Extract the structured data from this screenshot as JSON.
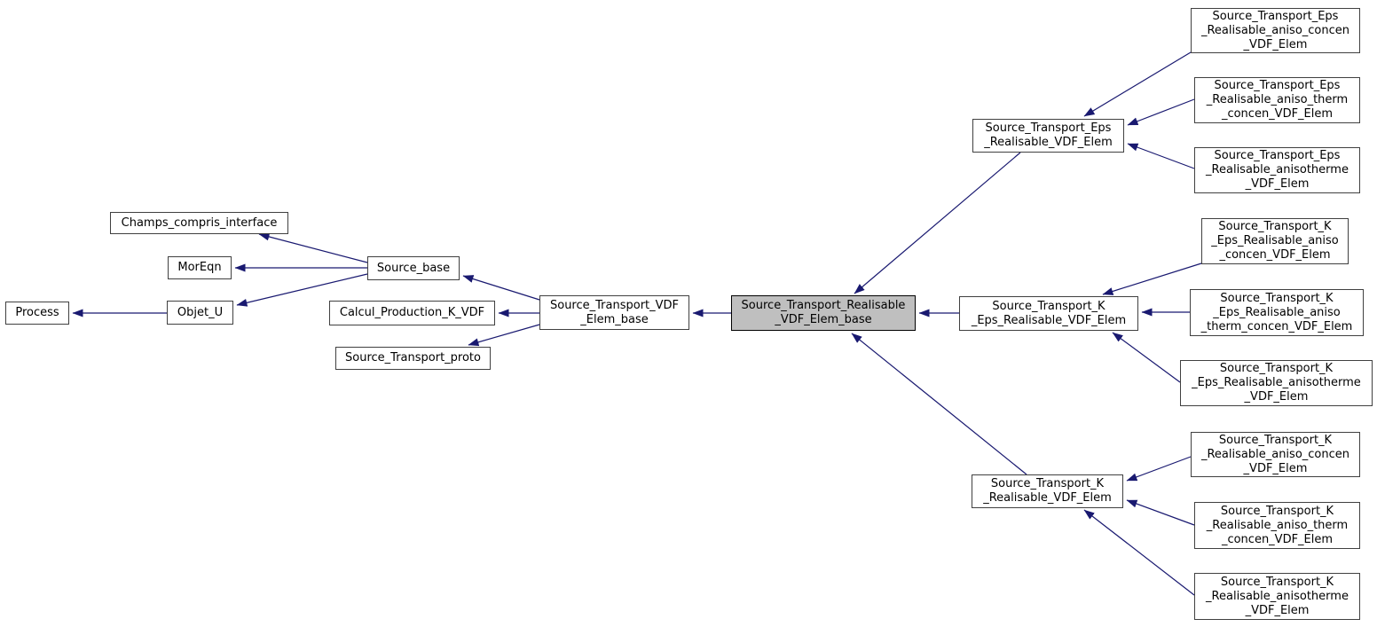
{
  "diagram_type": "class-inheritance-graph",
  "colors": {
    "background": "#ffffff",
    "edge": "#191970",
    "node_fill": "#ffffff",
    "node_border": "#404040",
    "highlight_fill": "#bfbfbf",
    "highlight_border": "#000000"
  },
  "nodes": {
    "process": {
      "label": "Process"
    },
    "objet_u": {
      "label": "Objet_U"
    },
    "moreqn": {
      "label": "MorEqn"
    },
    "champs_compris_interface": {
      "label": "Champs_compris_interface"
    },
    "source_base": {
      "label": "Source_base"
    },
    "calcul_production_k_vdf": {
      "label": "Calcul_Production_K_VDF"
    },
    "source_transport_proto": {
      "label": "Source_Transport_proto"
    },
    "vdf_elem_base": {
      "label": "Source_Transport_VDF\n_Elem_base"
    },
    "realisable_vdf_elem_base": {
      "label": "Source_Transport_Realisable\n_VDF_Elem_base",
      "highlighted": true
    },
    "eps_realisable": {
      "label": "Source_Transport_Eps\n_Realisable_VDF_Elem"
    },
    "k_eps_realisable": {
      "label": "Source_Transport_K\n_Eps_Realisable_VDF_Elem"
    },
    "k_realisable": {
      "label": "Source_Transport_K\n_Realisable_VDF_Elem"
    },
    "eps_aniso_concen": {
      "label": "Source_Transport_Eps\n_Realisable_aniso_concen\n_VDF_Elem"
    },
    "eps_aniso_therm_concen": {
      "label": "Source_Transport_Eps\n_Realisable_aniso_therm\n_concen_VDF_Elem"
    },
    "eps_anisotherme": {
      "label": "Source_Transport_Eps\n_Realisable_anisotherme\n_VDF_Elem"
    },
    "k_eps_aniso_concen": {
      "label": "Source_Transport_K\n_Eps_Realisable_aniso\n_concen_VDF_Elem"
    },
    "k_eps_aniso_therm_concen": {
      "label": "Source_Transport_K\n_Eps_Realisable_aniso\n_therm_concen_VDF_Elem"
    },
    "k_eps_anisotherme": {
      "label": "Source_Transport_K\n_Eps_Realisable_anisotherme\n_VDF_Elem"
    },
    "k_aniso_concen": {
      "label": "Source_Transport_K\n_Realisable_aniso_concen\n_VDF_Elem"
    },
    "k_aniso_therm_concen": {
      "label": "Source_Transport_K\n_Realisable_aniso_therm\n_concen_VDF_Elem"
    },
    "k_anisotherme": {
      "label": "Source_Transport_K\n_Realisable_anisotherme\n_VDF_Elem"
    }
  },
  "edges": [
    {
      "from": "objet_u",
      "to": "process"
    },
    {
      "from": "source_base",
      "to": "champs_compris_interface"
    },
    {
      "from": "source_base",
      "to": "moreqn"
    },
    {
      "from": "source_base",
      "to": "objet_u"
    },
    {
      "from": "vdf_elem_base",
      "to": "source_base"
    },
    {
      "from": "vdf_elem_base",
      "to": "calcul_production_k_vdf"
    },
    {
      "from": "vdf_elem_base",
      "to": "source_transport_proto"
    },
    {
      "from": "realisable_vdf_elem_base",
      "to": "vdf_elem_base"
    },
    {
      "from": "eps_realisable",
      "to": "realisable_vdf_elem_base"
    },
    {
      "from": "k_eps_realisable",
      "to": "realisable_vdf_elem_base"
    },
    {
      "from": "k_realisable",
      "to": "realisable_vdf_elem_base"
    },
    {
      "from": "eps_aniso_concen",
      "to": "eps_realisable"
    },
    {
      "from": "eps_aniso_therm_concen",
      "to": "eps_realisable"
    },
    {
      "from": "eps_anisotherme",
      "to": "eps_realisable"
    },
    {
      "from": "k_eps_aniso_concen",
      "to": "k_eps_realisable"
    },
    {
      "from": "k_eps_aniso_therm_concen",
      "to": "k_eps_realisable"
    },
    {
      "from": "k_eps_anisotherme",
      "to": "k_eps_realisable"
    },
    {
      "from": "k_aniso_concen",
      "to": "k_realisable"
    },
    {
      "from": "k_aniso_therm_concen",
      "to": "k_realisable"
    },
    {
      "from": "k_anisotherme",
      "to": "k_realisable"
    }
  ]
}
